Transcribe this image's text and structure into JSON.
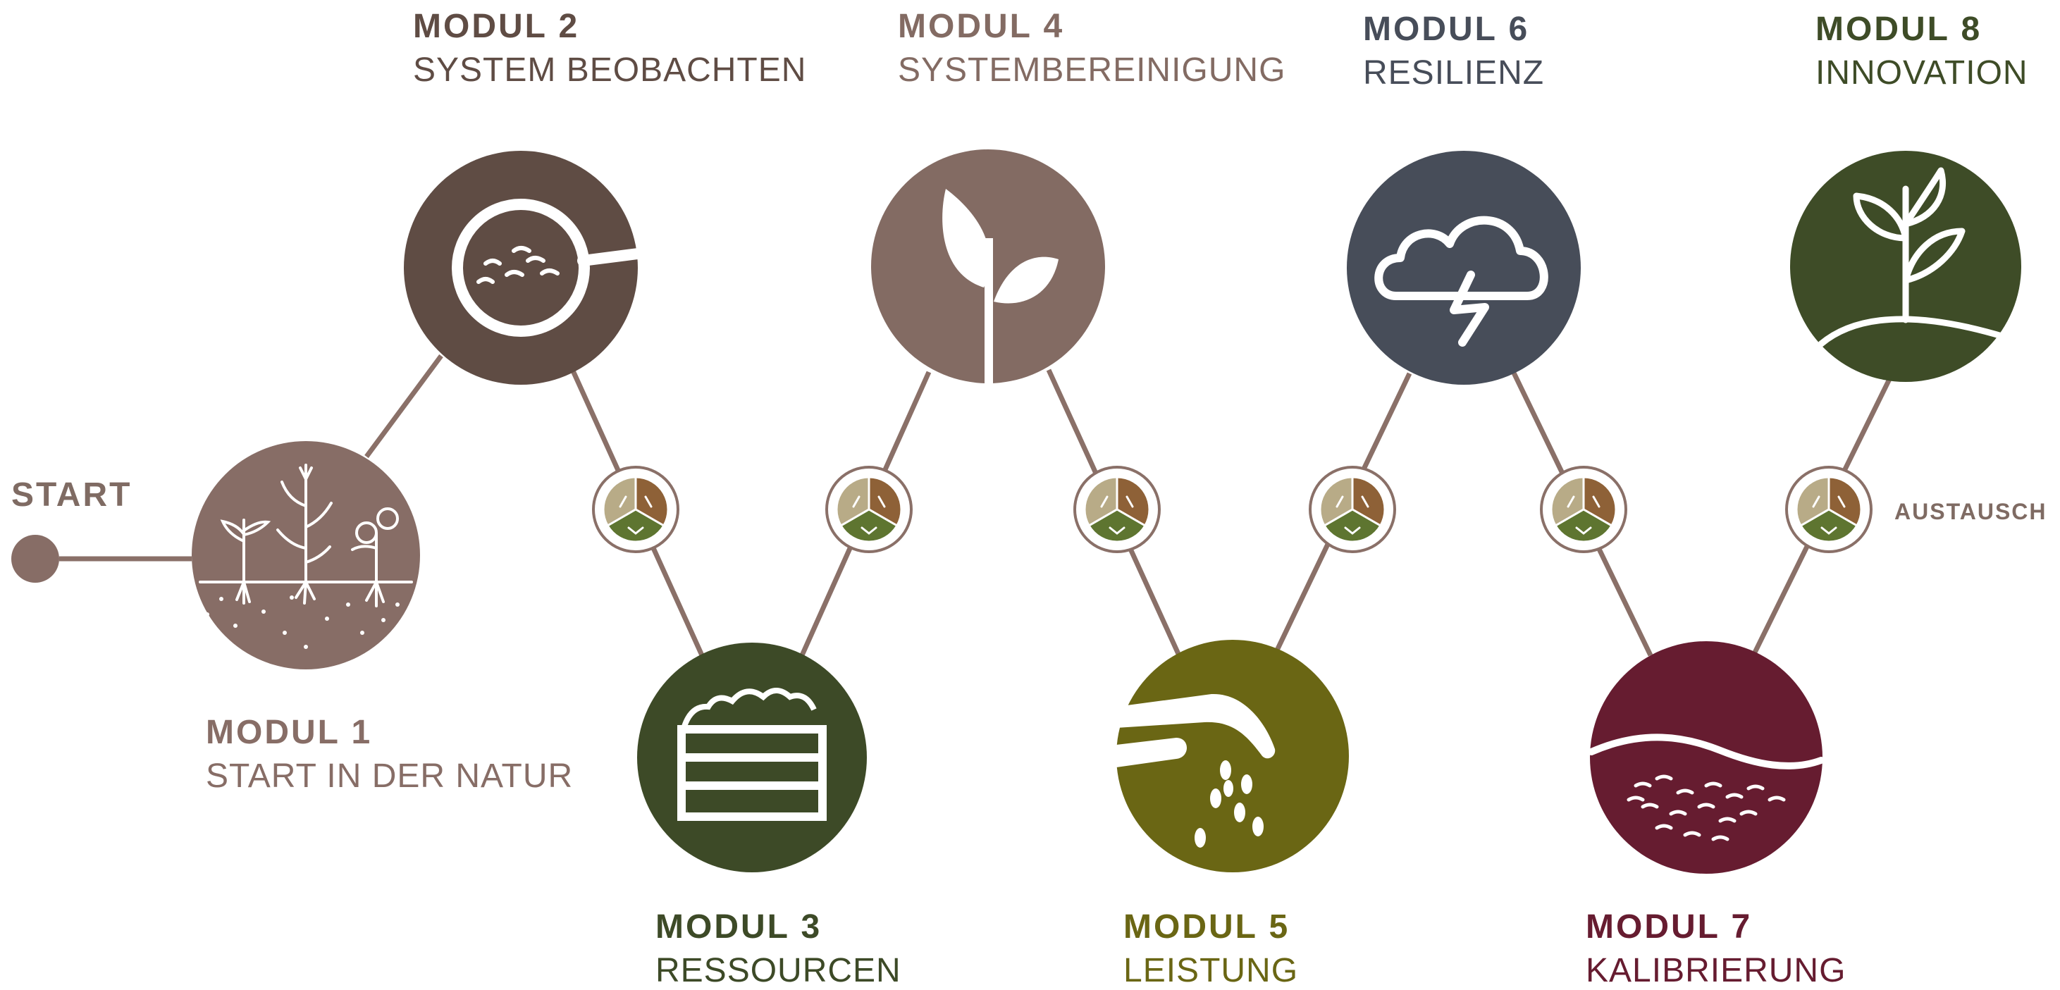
{
  "start_label": "START",
  "exchange_label": "AUSTAUSCH",
  "colors": {
    "line": "#8a7068",
    "m1": "#876d66",
    "m2": "#5f4c44",
    "m3": "#3d4a27",
    "m4": "#836b63",
    "m5": "#6a6614",
    "m6": "#474d59",
    "m7": "#661c30",
    "m8": "#3e4c27",
    "badge_tan": "#b8ab87",
    "badge_brown": "#8e6137",
    "badge_green": "#5e7530"
  },
  "modules": [
    {
      "title": "MODUL 1",
      "subtitle": "START IN DER NATUR",
      "icon": "plants-in-soil-icon",
      "color": "#876d66"
    },
    {
      "title": "MODUL 2",
      "subtitle": "SYSTEM BEOBACHTEN",
      "icon": "magnifier-soil-icon",
      "color": "#5f4c44"
    },
    {
      "title": "MODUL 3",
      "subtitle": "RESSOURCEN",
      "icon": "compost-crate-icon",
      "color": "#3d4a27"
    },
    {
      "title": "MODUL 4",
      "subtitle": "SYSTEMBEREINIGUNG",
      "icon": "sprout-icon",
      "color": "#836b63"
    },
    {
      "title": "MODUL 5",
      "subtitle": "LEISTUNG",
      "icon": "seed-sowing-hand-icon",
      "color": "#6a6614"
    },
    {
      "title": "MODUL 6",
      "subtitle": "RESILIENZ",
      "icon": "storm-cloud-icon",
      "color": "#474d59"
    },
    {
      "title": "MODUL 7",
      "subtitle": "KALIBRIERUNG",
      "icon": "soil-layer-icon",
      "color": "#661c30"
    },
    {
      "title": "MODUL 8",
      "subtitle": "INNOVATION",
      "icon": "plant-growth-icon",
      "color": "#3e4c27"
    }
  ]
}
